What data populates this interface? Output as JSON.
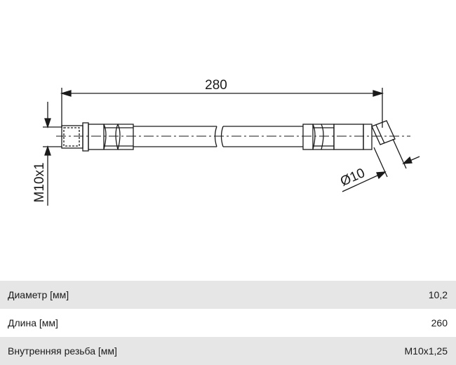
{
  "drawing": {
    "length_label": "280",
    "thread_label": "M10x1",
    "diameter_label": "Ø10"
  },
  "specs": [
    {
      "label": "Диаметр [мм]",
      "value": "10,2"
    },
    {
      "label": "Длина [мм]",
      "value": "260"
    },
    {
      "label": "Внутренняя резьба [мм]",
      "value": "M10x1,25"
    }
  ]
}
